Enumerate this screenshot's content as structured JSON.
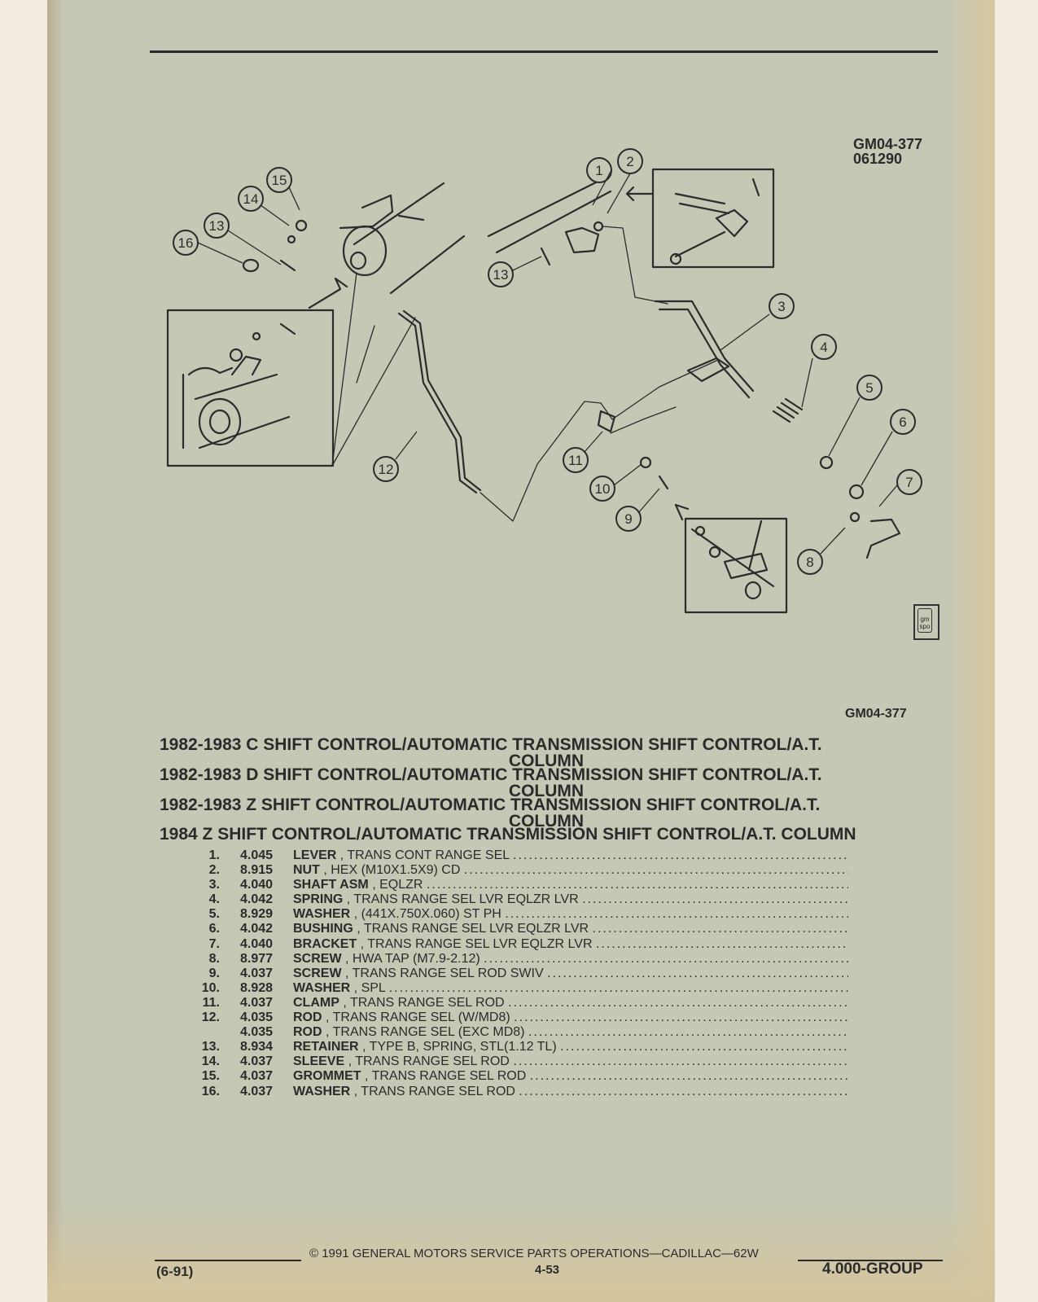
{
  "diagram": {
    "id": "GM04-377",
    "date_code": "061290",
    "callouts": [
      "1",
      "2",
      "3",
      "4",
      "5",
      "6",
      "7",
      "8",
      "9",
      "10",
      "11",
      "12",
      "13",
      "13",
      "14",
      "15",
      "16"
    ]
  },
  "logo_text": "gm spo",
  "figure_id": "GM04-377",
  "captions": [
    {
      "line1": "1982-1983 C SHIFT CONTROL/AUTOMATIC TRANSMISSION SHIFT CONTROL/A.T.",
      "line2": "COLUMN"
    },
    {
      "line1": "1982-1983 D SHIFT CONTROL/AUTOMATIC TRANSMISSION SHIFT CONTROL/A.T.",
      "line2": "COLUMN"
    },
    {
      "line1": "1982-1983 Z SHIFT CONTROL/AUTOMATIC TRANSMISSION SHIFT CONTROL/A.T.",
      "line2": "COLUMN"
    },
    {
      "line1": "1984 Z SHIFT CONTROL/AUTOMATIC TRANSMISSION SHIFT CONTROL/A.T. COLUMN",
      "line2": ""
    }
  ],
  "parts": [
    {
      "num": "1.",
      "group": "4.045",
      "name": "LEVER",
      "detail": ", TRANS CONT RANGE SEL"
    },
    {
      "num": "2.",
      "group": "8.915",
      "name": "NUT",
      "detail": ", HEX (M10X1.5X9) CD"
    },
    {
      "num": "3.",
      "group": "4.040",
      "name": "SHAFT ASM",
      "detail": ", EQLZR"
    },
    {
      "num": "4.",
      "group": "4.042",
      "name": "SPRING",
      "detail": ", TRANS RANGE SEL LVR EQLZR LVR"
    },
    {
      "num": "5.",
      "group": "8.929",
      "name": "WASHER",
      "detail": ", (441X.750X.060) ST PH"
    },
    {
      "num": "6.",
      "group": "4.042",
      "name": "BUSHING",
      "detail": ", TRANS RANGE SEL LVR EQLZR LVR"
    },
    {
      "num": "7.",
      "group": "4.040",
      "name": "BRACKET",
      "detail": ", TRANS RANGE SEL LVR EQLZR LVR"
    },
    {
      "num": "8.",
      "group": "8.977",
      "name": "SCREW",
      "detail": ", HWA TAP (M7.9-2.12)"
    },
    {
      "num": "9.",
      "group": "4.037",
      "name": "SCREW",
      "detail": ", TRANS RANGE SEL ROD SWIV"
    },
    {
      "num": "10.",
      "group": "8.928",
      "name": "WASHER",
      "detail": ", SPL"
    },
    {
      "num": "11.",
      "group": "4.037",
      "name": "CLAMP",
      "detail": ", TRANS RANGE SEL ROD"
    },
    {
      "num": "12.",
      "group": "4.035",
      "name": "ROD",
      "detail": ", TRANS RANGE SEL (W/MD8)"
    },
    {
      "num": "",
      "group": "4.035",
      "name": "ROD",
      "detail": ", TRANS RANGE SEL (EXC MD8)"
    },
    {
      "num": "13.",
      "group": "8.934",
      "name": "RETAINER",
      "detail": ", TYPE B, SPRING, STL(1.12 TL)"
    },
    {
      "num": "14.",
      "group": "4.037",
      "name": "SLEEVE",
      "detail": ", TRANS RANGE SEL ROD"
    },
    {
      "num": "15.",
      "group": "4.037",
      "name": "GROMMET",
      "detail": ", TRANS RANGE SEL ROD"
    },
    {
      "num": "16.",
      "group": "4.037",
      "name": "WASHER",
      "detail": ", TRANS RANGE SEL ROD"
    }
  ],
  "footer": {
    "copyright": "© 1991 GENERAL MOTORS SERVICE PARTS OPERATIONS—CADILLAC—62W",
    "revision": "(6-91)",
    "page": "4-53",
    "group": "4.000-GROUP"
  }
}
